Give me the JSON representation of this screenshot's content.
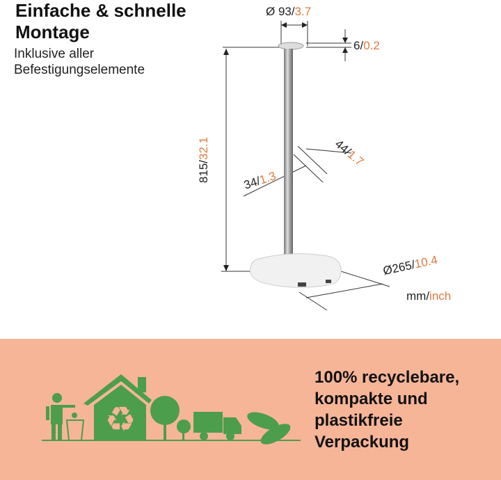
{
  "heading": {
    "line1": "Einfache & schnelle",
    "line2": "Montage"
  },
  "subheading": {
    "line1": "Inklusive aller",
    "line2": "Befestigungselemente"
  },
  "dimensions": {
    "top_plate": {
      "mm": "Ø 93/",
      "inch": "3.7"
    },
    "plate_thickness": {
      "mm": "6/",
      "inch": "0.2"
    },
    "height": {
      "mm": "815/",
      "inch": "32.1"
    },
    "pole_outer": {
      "mm": "44/",
      "inch": "1.7"
    },
    "pole_inner": {
      "mm": "34/",
      "inch": "1.3"
    },
    "base": {
      "mm": "Ø265/",
      "inch": "10.4"
    },
    "units": {
      "mm": "mm/",
      "inch": "inch"
    }
  },
  "eco": {
    "line1": "100% recyclebare,",
    "line2": "kompakte und",
    "line3": "plastikfreie",
    "line4": "Verpackung"
  },
  "colors": {
    "accent": "#e07a3c",
    "band": "#f6b597",
    "green": "#4c9e4c"
  }
}
